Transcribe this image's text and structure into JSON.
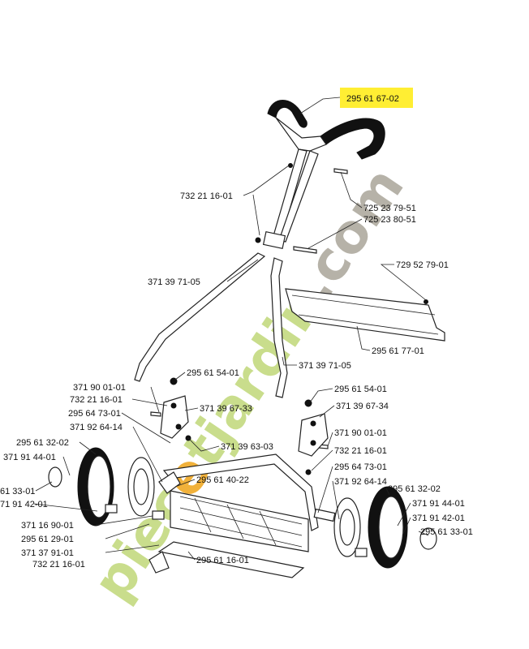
{
  "highlight_color": "#ffee33",
  "watermark": {
    "text": "pieceetjardin.com",
    "prefix": "piec",
    "letter_e": "e",
    "mid": "tjardin",
    "suffix": ".com",
    "color_green": "#c9dd8c",
    "color_orange": "#f1b13a",
    "color_gray": "#b6b2a8"
  },
  "labels": {
    "l_295616702": "295 61 67-02",
    "l_732211601_a": "732 21 16-01",
    "l_725237951": "725 23 79-51",
    "l_725238051": "725 23 80-51",
    "l_729527901": "729 52 79-01",
    "l_371397105_a": "371 39 71-05",
    "l_295617701": "295 61 77-01",
    "l_371397105_b": "371 39 71-05",
    "l_295615401_a": "295 61 54-01",
    "l_295615401_b": "295 61 54-01",
    "l_371900101_a": "371 90 01-01",
    "l_732211601_b": "732 21 16-01",
    "l_371396733": "371 39 67-33",
    "l_371396734": "371 39 67-34",
    "l_295647301_a": "295 64 73-01",
    "l_371926414_a": "371 92 64-14",
    "l_371900101_b": "371 90 01-01",
    "l_295613202_a": "295 61 32-02",
    "l_371396303": "371 39 63-03",
    "l_732211601_c": "732 21 16-01",
    "l_371914401_a": "371 91 44-01",
    "l_295647301_b": "295 64 73-01",
    "l_295614022": "295 61 40-22",
    "l_371926414_b": "371 92 64-14",
    "l_61_3301": "61 33-01",
    "l_295613202_b": "295 61 32-02",
    "l_71_914201": "71 91 42-01",
    "l_371914401_b": "371 91 44-01",
    "l_371914201": "371 91 42-01",
    "l_371169001": "371 16 90-01",
    "l_295613301": "295 61 33-01",
    "l_295612901": "295 61 29-01",
    "l_371379101": "371 37 91-01",
    "l_732211601_d": "732 21 16-01",
    "l_295611601": "295 61 16-01"
  }
}
